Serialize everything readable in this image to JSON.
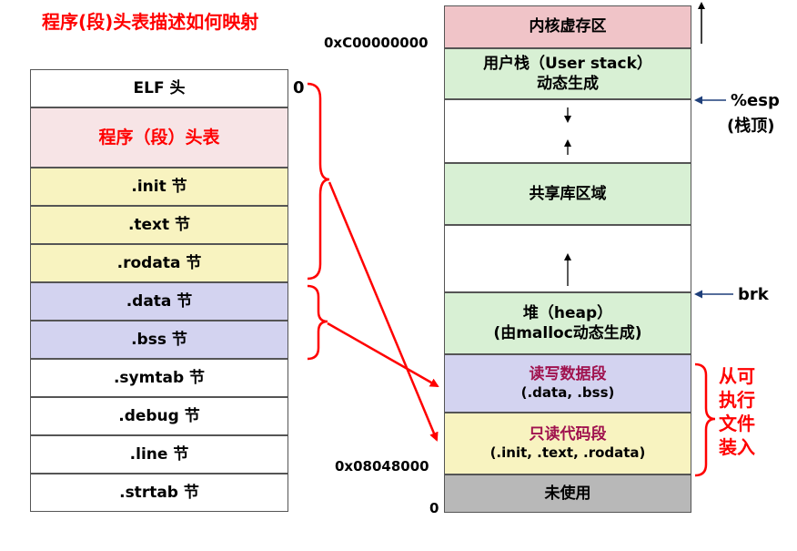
{
  "title": "程序(段)头表描述如何映射",
  "elf_sections": [
    {
      "label": "ELF 头",
      "color": "#ffffff"
    },
    {
      "label": "程序（段）头表",
      "color": "#f7e4e6"
    },
    {
      "label": ".init 节",
      "color": "#f8f3c0"
    },
    {
      "label": ".text 节",
      "color": "#f8f3c0"
    },
    {
      "label": ".rodata 节",
      "color": "#f8f3c0"
    },
    {
      "label": ".data 节",
      "color": "#d3d3f0"
    },
    {
      "label": ".bss 节",
      "color": "#d3d3f0"
    },
    {
      "label": ".symtab 节",
      "color": "#ffffff"
    },
    {
      "label": ".debug 节",
      "color": "#ffffff"
    },
    {
      "label": ".line 节",
      "color": "#ffffff"
    },
    {
      "label": ".strtab 节",
      "color": "#ffffff"
    }
  ],
  "elf_offset_zero": "0",
  "memory": {
    "kernel": "内核虚存区",
    "user_stack_line1": "用户栈（User stack）",
    "user_stack_line2": "动态生成",
    "shared_lib": "共享库区域",
    "heap_line1": "堆（heap）",
    "heap_line2": "(由malloc动态生成)",
    "rw_line1": "读写数据段",
    "rw_line2": "(.data, .bss)",
    "ro_line1": "只读代码段",
    "ro_line2": "(.init, .text, .rodata)",
    "unused": "未使用",
    "colors": {
      "kernel": "#f0c4c8",
      "green": "#d8f0d4",
      "rw": "#d3d3f0",
      "ro": "#f8f3c0",
      "unused": "#b8b8b8"
    }
  },
  "addresses": {
    "kernel_base": "0xC00000000",
    "code_base": "0x08048000",
    "zero": "0"
  },
  "pointers": {
    "esp_line1": "%esp",
    "esp_line2": "(栈顶)",
    "brk": "brk"
  },
  "load_note": [
    "从可",
    "执行",
    "文件",
    "装入"
  ]
}
